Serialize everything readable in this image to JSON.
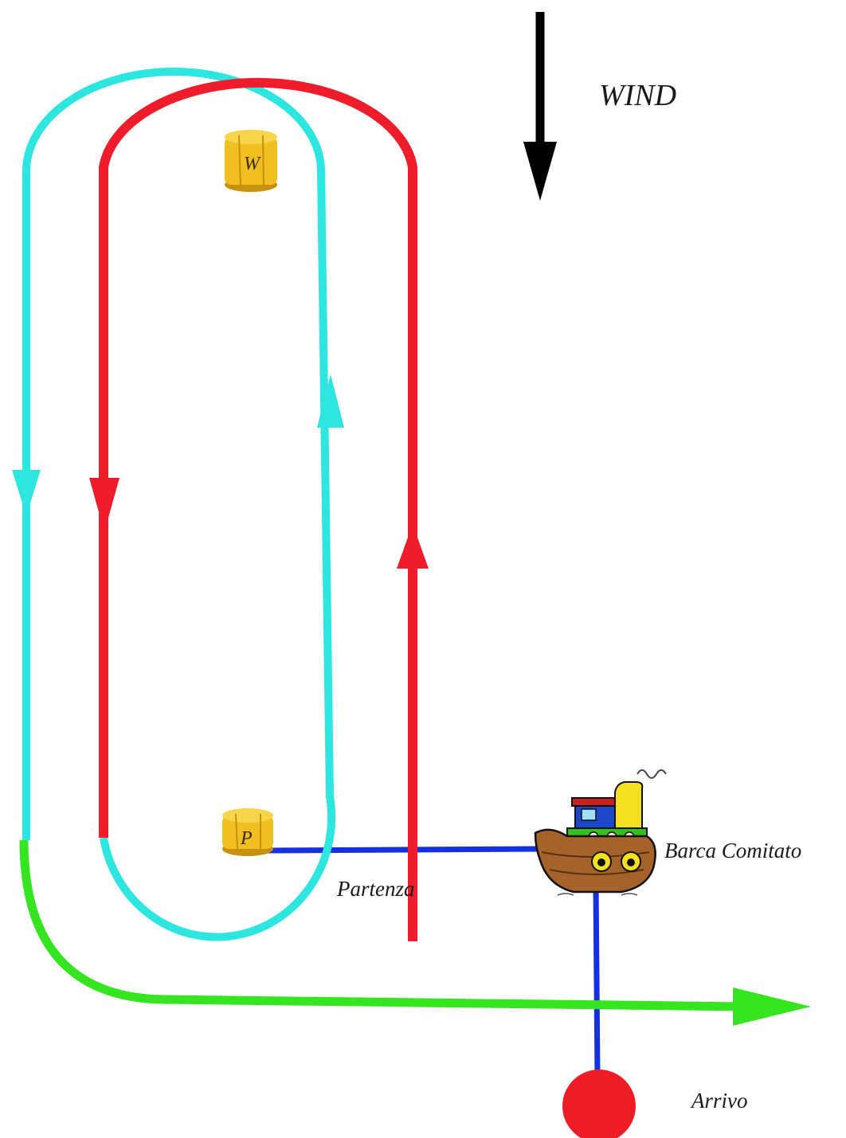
{
  "labels": {
    "wind": "WIND",
    "start": "Partenza",
    "committee_boat": "Barca Comitato",
    "finish": "Arrivo"
  },
  "buoys": {
    "windward": "W",
    "start": "P"
  },
  "colors": {
    "course_a": "#2ee6e0",
    "course_b": "#ef1c2c",
    "finish_leg": "#35e51f",
    "line": "#1530e0",
    "buoy": "#f0c020",
    "finish_mark": "#ee1c24",
    "wind_arrow": "#000000"
  }
}
